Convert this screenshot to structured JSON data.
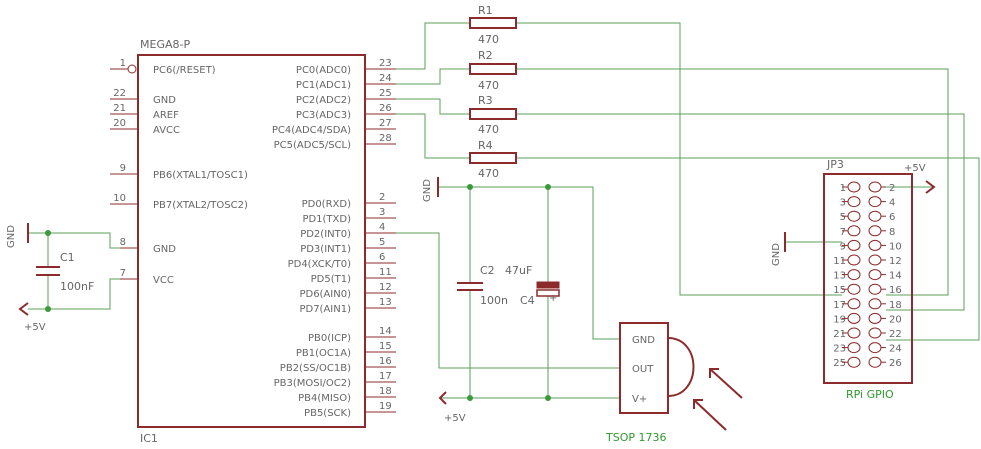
{
  "ic": {
    "name": "MEGA8-P",
    "ref": "IC1",
    "left_pins": [
      {
        "num": "1",
        "label": "PC6(/RESET)"
      },
      {
        "num": "22",
        "label": "GND"
      },
      {
        "num": "21",
        "label": "AREF"
      },
      {
        "num": "20",
        "label": "AVCC"
      },
      {
        "num": "9",
        "label": "PB6(XTAL1/TOSC1)"
      },
      {
        "num": "10",
        "label": "PB7(XTAL2/TOSC2)"
      },
      {
        "num": "8",
        "label": "GND"
      },
      {
        "num": "7",
        "label": "VCC"
      }
    ],
    "right_pins": [
      {
        "num": "23",
        "label": "PC0(ADC0)"
      },
      {
        "num": "24",
        "label": "PC1(ADC1)"
      },
      {
        "num": "25",
        "label": "PC2(ADC2)"
      },
      {
        "num": "26",
        "label": "PC3(ADC3)"
      },
      {
        "num": "27",
        "label": "PC4(ADC4/SDA)"
      },
      {
        "num": "28",
        "label": "PC5(ADC5/SCL)"
      },
      {
        "num": "2",
        "label": "PD0(RXD)"
      },
      {
        "num": "3",
        "label": "PD1(TXD)"
      },
      {
        "num": "4",
        "label": "PD2(INT0)"
      },
      {
        "num": "5",
        "label": "PD3(INT1)"
      },
      {
        "num": "6",
        "label": "PD4(XCK/T0)"
      },
      {
        "num": "11",
        "label": "PD5(T1)"
      },
      {
        "num": "12",
        "label": "PD6(AIN0)"
      },
      {
        "num": "13",
        "label": "PD7(AIN1)"
      },
      {
        "num": "14",
        "label": "PB0(ICP)"
      },
      {
        "num": "15",
        "label": "PB1(OC1A)"
      },
      {
        "num": "16",
        "label": "PB2(SS/OC1B)"
      },
      {
        "num": "17",
        "label": "PB3(MOSI/OC2)"
      },
      {
        "num": "18",
        "label": "PB4(MISO)"
      },
      {
        "num": "19",
        "label": "PB5(SCK)"
      }
    ]
  },
  "resistors": [
    {
      "name": "R1",
      "value": "470"
    },
    {
      "name": "R2",
      "value": "470"
    },
    {
      "name": "R3",
      "value": "470"
    },
    {
      "name": "R4",
      "value": "470"
    }
  ],
  "c1": {
    "name": "C1",
    "value": "100nF"
  },
  "c2": {
    "name": "C2",
    "value": "100n"
  },
  "c4": {
    "name": "C4",
    "value": "47uF",
    "polarity": "+"
  },
  "supply": {
    "gnd": "GND",
    "vplus": "+5V"
  },
  "tsop": {
    "name": "TSOP 1736",
    "pins": [
      "GND",
      "OUT",
      "V+"
    ]
  },
  "header": {
    "ref": "JP3",
    "label": "RPi GPIO",
    "left_pins": [
      "1",
      "3",
      "5",
      "7",
      "9",
      "11",
      "13",
      "15",
      "17",
      "19",
      "21",
      "23",
      "25"
    ],
    "right_pins": [
      "2",
      "4",
      "6",
      "8",
      "10",
      "12",
      "14",
      "16",
      "18",
      "20",
      "22",
      "24",
      "26"
    ]
  },
  "colors": {
    "device": "#8c2b2b",
    "wire": "#5aa05a",
    "text": "#666666",
    "label_green": "#2f9a2f"
  }
}
